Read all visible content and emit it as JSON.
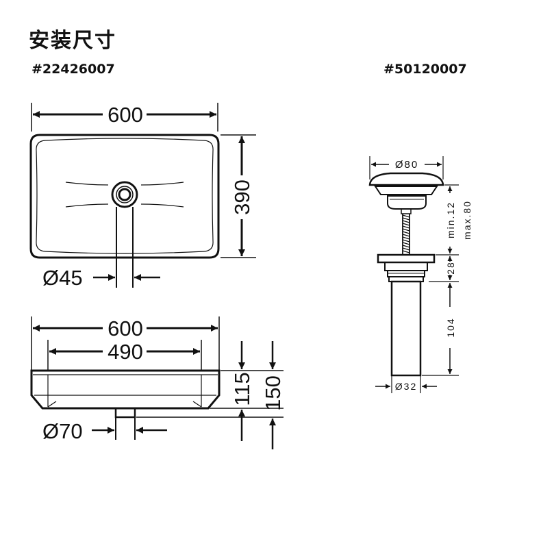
{
  "header": {
    "title": "安装尺寸",
    "basin_code": "#22426007",
    "waste_code": "#50120007"
  },
  "basin_top_view": {
    "width": "600",
    "depth": "390",
    "drain_diameter": "Ø45"
  },
  "basin_side_view": {
    "outer_width": "600",
    "inner_width": "490",
    "height_basin": "115",
    "height_total": "150",
    "outlet_diameter": "Ø70"
  },
  "waste_valve": {
    "cap_diameter": "Ø80",
    "thickness_range": "min.12",
    "thickness_max": "max.80",
    "flange_height": "28",
    "tail_length": "104",
    "tail_diameter": "Ø32"
  },
  "colors": {
    "line": "#111111",
    "background": "#ffffff"
  }
}
